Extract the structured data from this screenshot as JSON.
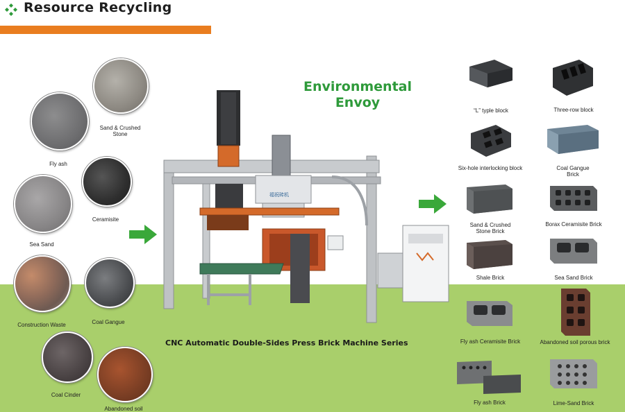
{
  "header": {
    "title": "Resource Recycling"
  },
  "slogan": {
    "line1": "Environmental",
    "line2": "Envoy"
  },
  "materials": [
    {
      "label": "Sand & Crushed\nStone"
    },
    {
      "label": "Fly ash"
    },
    {
      "label": "Ceramisite"
    },
    {
      "label": "Sea Sand"
    },
    {
      "label": "Construction Waste"
    },
    {
      "label": "Coal Gangue"
    },
    {
      "label": "Coal Cinder"
    },
    {
      "label": "Abandoned soil"
    }
  ],
  "machine": {
    "caption": "CNC Automatic Double-Sides Press Brick Machine Series",
    "plate_text": "福祝砖机"
  },
  "products": [
    {
      "label": "“L” typle block"
    },
    {
      "label": "Three-row block"
    },
    {
      "label": "Six-hole interlocking block"
    },
    {
      "label": "Coal Gangue\nBrick"
    },
    {
      "label": "Sand & Crushed\nStone Brick"
    },
    {
      "label": "Borax Ceramisite Brick"
    },
    {
      "label": "Shale Brick"
    },
    {
      "label": "Sea Sand Brick"
    },
    {
      "label": "Fly ash Ceramisite Brick"
    },
    {
      "label": "Abandoned soil porous brick"
    },
    {
      "label": "Fly ash Brick"
    },
    {
      "label": "Lime-Sand Brick"
    }
  ],
  "colors": {
    "accent_orange": "#e97d1f",
    "slogan_green": "#2e9a3a",
    "arrow_green": "#3aa83a",
    "lower_bg": "#a9cf6b"
  },
  "icons": [
    "diamond-cluster-icon",
    "right-arrow-icon"
  ]
}
